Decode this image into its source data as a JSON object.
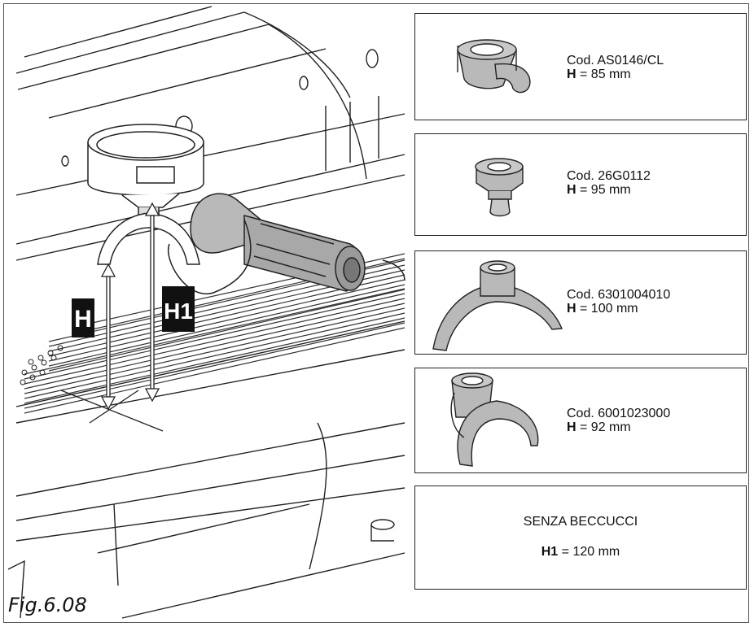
{
  "figure": {
    "label": "Fig.6.08"
  },
  "illustration": {
    "marker_h": "H",
    "marker_h1": "H1"
  },
  "spouts": [
    {
      "code": "Cod. AS0146/CL",
      "h_label": "H",
      "h_value": " = 85 mm",
      "icon": "elbow-spout-icon"
    },
    {
      "code": "Cod. 26G0112",
      "h_label": "H",
      "h_value": " = 95 mm",
      "icon": "straight-spout-icon"
    },
    {
      "code": "Cod. 6301004010",
      "h_label": "H",
      "h_value": " = 100 mm",
      "icon": "double-spout-icon"
    },
    {
      "code": "Cod. 6001023000",
      "h_label": "H",
      "h_value": " = 92 mm",
      "icon": "tall-double-spout-icon"
    }
  ],
  "no_spout": {
    "title": "SENZA BECCUCCI",
    "h1_label": "H1",
    "h1_value": " = 120 mm"
  },
  "colors": {
    "part_fill": "#b9b9b9",
    "line": "#222222"
  }
}
